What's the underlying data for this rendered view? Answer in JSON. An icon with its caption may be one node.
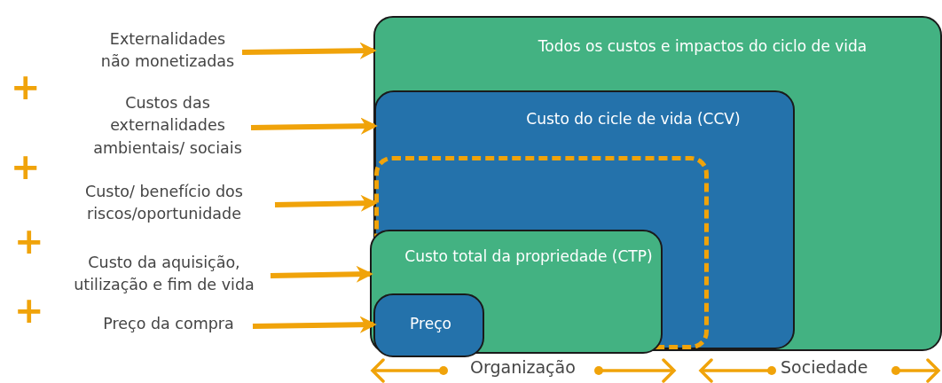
{
  "diagram": {
    "nodes": [
      {
        "text": [
          "Todos os custos e impactos do ciclo de vida"
        ]
      },
      {
        "text": [
          "Custo do cicle de vida (CCV)"
        ],
        "in": 0
      },
      {
        "text": [],
        "shape": "box",
        "in": 1
      },
      {
        "text": [
          "Custo total da propriedade (CTP)"
        ],
        "in": 2
      },
      {
        "text": [
          "Preço"
        ],
        "in": 3
      },
      {
        "text": [
          "Externalidades não monetizadas"
        ]
      },
      {
        "text": [
          "Custos das externalidades ambientais/ sociais"
        ]
      },
      {
        "text": [
          "Custo/ benefício dos riscos/oportunidade"
        ]
      },
      {
        "text": [
          "Custo da aquisição, utilização e fim de vida"
        ]
      },
      {
        "text": [
          "Preço da compra"
        ]
      }
    ],
    "edges": [
      {
        "from": 5,
        "to": 0,
        "arrow": "to"
      },
      {
        "from": 6,
        "to": 1,
        "arrow": "to"
      },
      {
        "from": 7,
        "to": 2,
        "arrow": "to"
      },
      {
        "from": 8,
        "to": 3,
        "arrow": "to"
      },
      {
        "from": 9,
        "to": 4,
        "arrow": "to"
      }
    ],
    "labels": [
      "+",
      "+",
      "+",
      "+",
      "Organização",
      "Sociedade"
    ]
  }
}
